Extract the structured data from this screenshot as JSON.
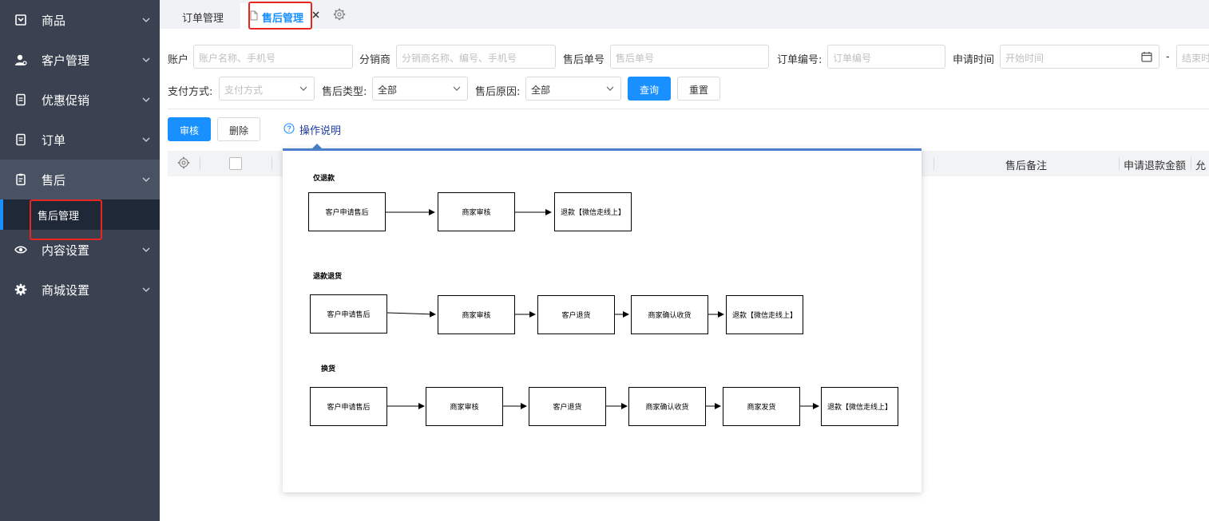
{
  "sidebar": {
    "items": [
      {
        "label": "商品",
        "icon": "product-icon"
      },
      {
        "label": "客户管理",
        "icon": "customer-icon"
      },
      {
        "label": "优惠促销",
        "icon": "promotion-icon"
      },
      {
        "label": "订单",
        "icon": "order-icon"
      },
      {
        "label": "售后",
        "icon": "aftersale-icon"
      },
      {
        "label": "内容设置",
        "icon": "eye-icon"
      },
      {
        "label": "商城设置",
        "icon": "gear-icon"
      }
    ],
    "submenu_label": "售后管理"
  },
  "tabs": [
    {
      "label": "订单管理"
    },
    {
      "label": "售后管理",
      "active": true
    }
  ],
  "filters": {
    "account_label": "账户",
    "account_placeholder": "账户名称、手机号",
    "distributor_label": "分销商",
    "distributor_placeholder": "分销商名称、编号、手机号",
    "aftersale_no_label": "售后单号",
    "aftersale_no_placeholder": "售后单号",
    "order_no_label": "订单编号:",
    "order_no_placeholder": "订单编号",
    "apply_time_label": "申请时间",
    "start_placeholder": "开始时间",
    "range_sep": "-",
    "end_placeholder": "结束时",
    "pay_method_label": "支付方式:",
    "pay_method_placeholder": "支付方式",
    "aftersale_type_label": "售后类型:",
    "aftersale_type_value": "全部",
    "aftersale_reason_label": "售后原因:",
    "aftersale_reason_value": "全部",
    "query_button": "查询",
    "reset_button": "重置"
  },
  "actions": {
    "review_button": "审核",
    "delete_button": "删除",
    "help_link": "操作说明"
  },
  "table": {
    "columns": [
      "售后备注",
      "申请退款金额",
      "允"
    ]
  },
  "help": {
    "sections": [
      {
        "title": "仅退款",
        "steps": [
          "客户申请售后",
          "商家审核",
          "退款【微信走线上】"
        ]
      },
      {
        "title": "退款退货",
        "steps": [
          "客户申请售后",
          "商家审核",
          "客户退货",
          "商家确认收货",
          "退款【微信走线上】"
        ]
      },
      {
        "title": "换货",
        "steps": [
          "客户申请售后",
          "商家审核",
          "客户退货",
          "商家确认收货",
          "商家发货",
          "退款【微信走线上】"
        ]
      }
    ]
  },
  "colors": {
    "sidebar_bg": "#3a4252",
    "accent": "#1890ff",
    "highlight": "#e8261f"
  }
}
